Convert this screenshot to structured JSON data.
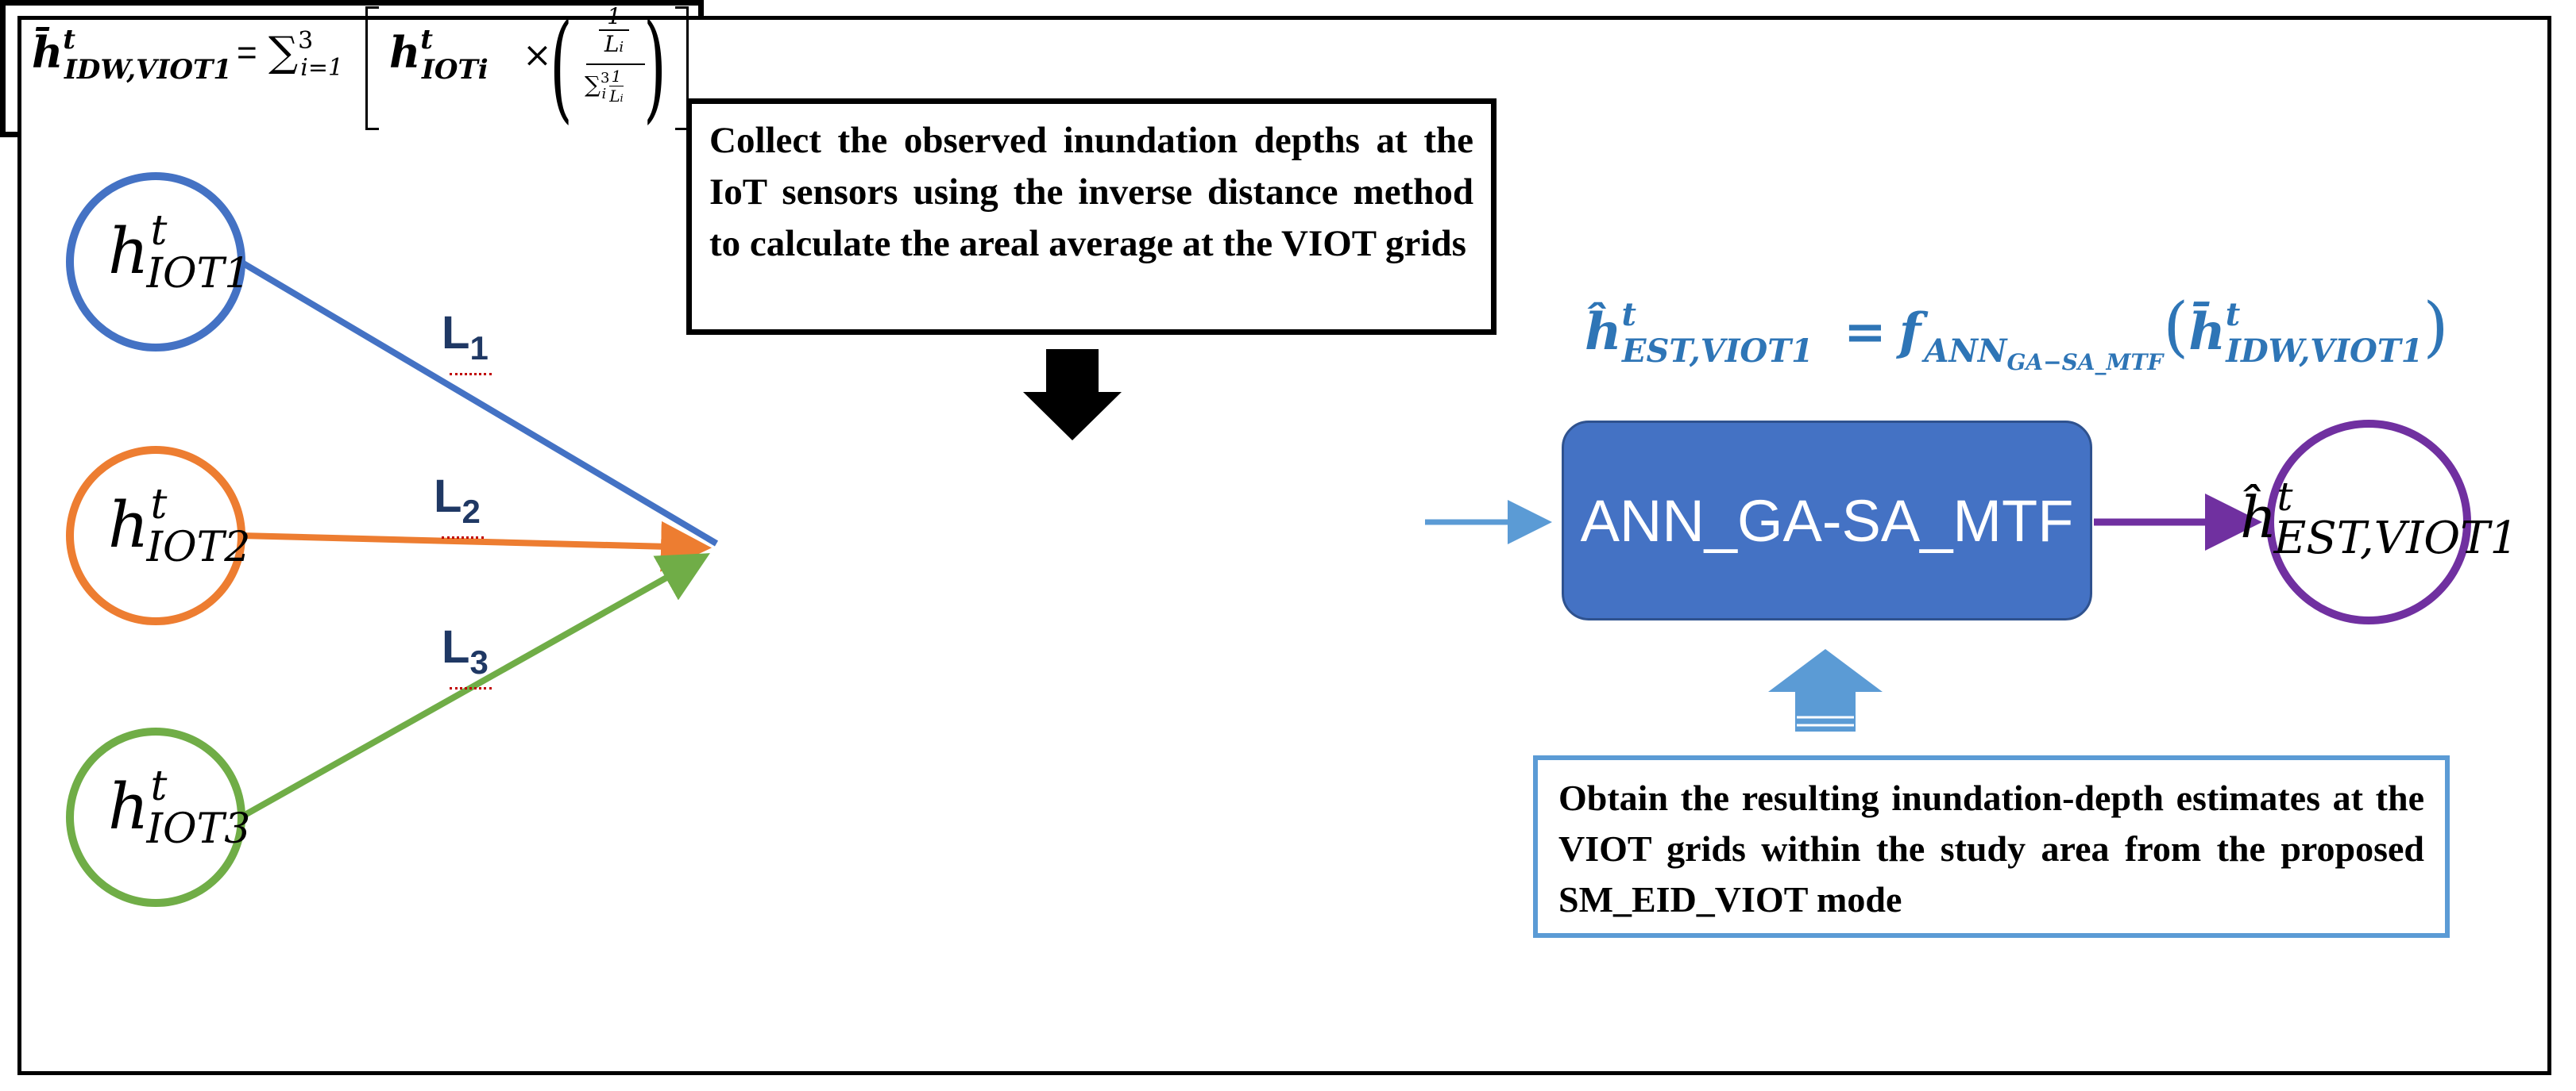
{
  "nodes": {
    "iot1": {
      "base": "h",
      "sup": "t",
      "sub": "IOT1",
      "color": "#4472c4"
    },
    "iot2": {
      "base": "h",
      "sup": "t",
      "sub": "IOT2",
      "color": "#ed7d31"
    },
    "iot3": {
      "base": "h",
      "sup": "t",
      "sub": "IOT3",
      "color": "#70ad47"
    },
    "output": {
      "base": "ĥ",
      "sup": "t",
      "sub": "EST,VIOT1",
      "color": "#7030a0"
    }
  },
  "lines": [
    {
      "label": "L",
      "sub": "1"
    },
    {
      "label": "L",
      "sub": "2"
    },
    {
      "label": "L",
      "sub": "3"
    }
  ],
  "collect_text": "Collect the observed inundation depths at the IoT sensors using the inverse distance method to calculate the areal average at the VIOT grids",
  "obtain_text": "Obtain the resulting inundation-depth estimates at the VIOT grids within the study area from the proposed SM_EID_VIOT mode",
  "formula": {
    "lhs_base": "h̄",
    "lhs_sup": "t",
    "lhs_sub": "IDW,VIOT1",
    "equals": "=",
    "sum": "∑",
    "sum_sub": "i=1",
    "sum_sup": "3",
    "term_base": "h",
    "term_sup": "t",
    "term_sub": "IOTi",
    "times": "×",
    "num_top": "1",
    "num_bottom": "L",
    "num_bottom_sub": "i",
    "den_sum": "∑",
    "den_sum_sub": "i",
    "den_sum_sup": "3",
    "den_top": "1",
    "den_bottom": "L",
    "den_bottom_sub": "i"
  },
  "model_label": "ANN_GA-SA_MTF",
  "estimate_eq": {
    "lhs_base": "ĥ",
    "lhs_sup": "t",
    "lhs_sub": "EST,VIOT1",
    "equals": "=",
    "f": "f",
    "f_sub": "ANN",
    "f_subsub": "GA−SA_MTF",
    "arg_base": "h̄",
    "arg_sup": "t",
    "arg_sub": "IDW,VIOT1"
  },
  "colors": {
    "accent_blue": "#4472c4",
    "arrow_blue": "#5b9bd5",
    "eq_blue": "#2e75b6",
    "label_navy": "#1f3864",
    "purple": "#7030a0"
  }
}
